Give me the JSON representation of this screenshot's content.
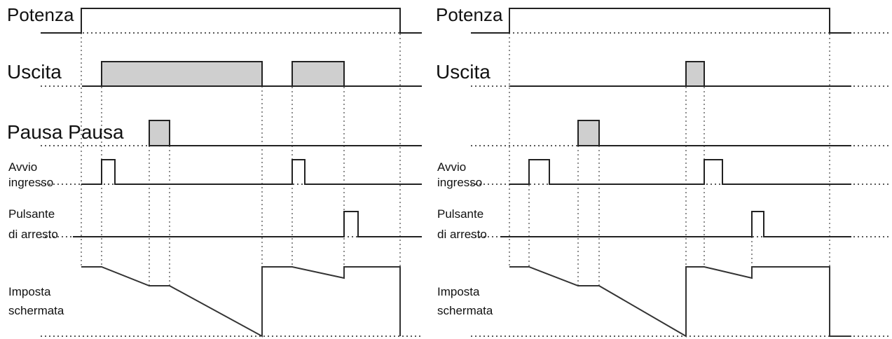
{
  "panels": [
    {
      "labels": {
        "potenza": "Potenza",
        "uscita": "Uscita",
        "pausa": "Pausa Pausa",
        "avvio_1": "Avvio",
        "avvio_2": "ingresso",
        "arresto_1": "Pulsante",
        "arresto_2": "di arresto",
        "imposta_1": "Imposta",
        "imposta_2": "schermata"
      }
    },
    {
      "labels": {
        "potenza": "Potenza",
        "uscita": "Uscita",
        "avvio_1": "Avvio",
        "avvio_2": "ingresso",
        "arresto_1": "Pulsante",
        "arresto_2": "di arresto",
        "imposta_1": "Imposta",
        "imposta_2": "schermata"
      }
    }
  ]
}
